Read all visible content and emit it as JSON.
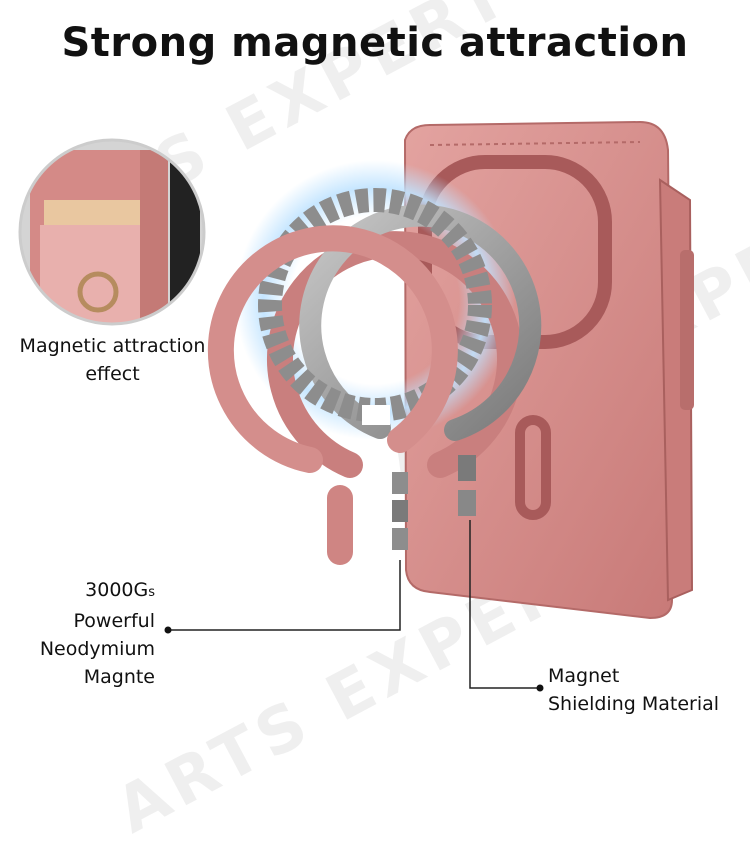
{
  "title": "Strong magnetic attraction",
  "watermarks": [
    "ARTS EXPERT",
    "ARTS EXPERT",
    "ARTS EXPERT"
  ],
  "inset_label": "Magnetic attraction effect",
  "inset_label_lines": [
    "Magnetic attraction",
    "effect"
  ],
  "neodymium_label": {
    "value": "3000G",
    "unit_sub": "s",
    "lines": [
      "Powerful",
      "Neodymium",
      "Magnte"
    ]
  },
  "shielding_label": {
    "lines": [
      "Magnet",
      "Shielding Material"
    ]
  },
  "colors": {
    "leather": "#d98b8b",
    "leather_dark": "#b96e6e",
    "metal": "#9a9a9a",
    "metal_dark": "#6e6e6e",
    "glow": "#bfe3ff"
  }
}
